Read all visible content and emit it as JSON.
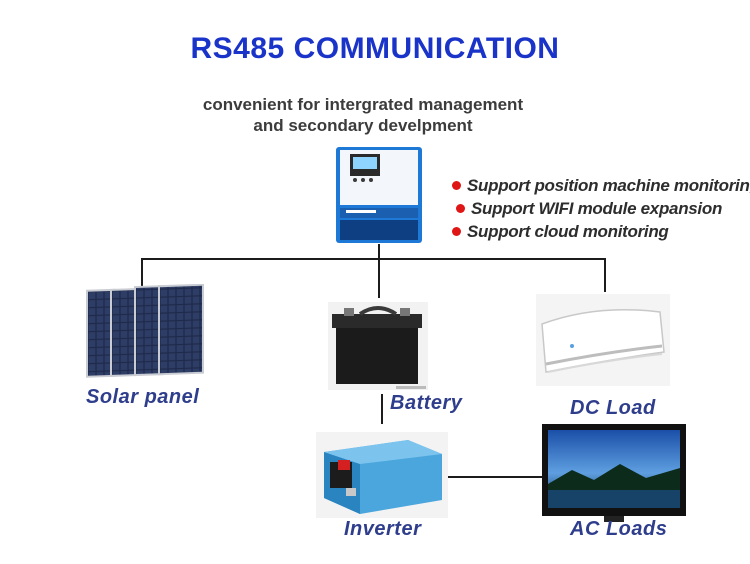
{
  "title": "RS485 COMMUNICATION",
  "subtitle": {
    "line1": "convenient for intergrated management",
    "line2": "and secondary develpment"
  },
  "features": [
    "Support position machine monitoring",
    "Support WIFI  module expansion",
    "Support cloud monitoring"
  ],
  "labels": {
    "solar_panel": "Solar panel",
    "battery": "Battery",
    "dc_load": "DC Load",
    "inverter": "Inverter",
    "ac_loads": "AC Loads"
  },
  "colors": {
    "title": "#1a33c8",
    "label": "#2f3e8c",
    "bullet": "#e01515",
    "controller": "#1e78d6"
  }
}
